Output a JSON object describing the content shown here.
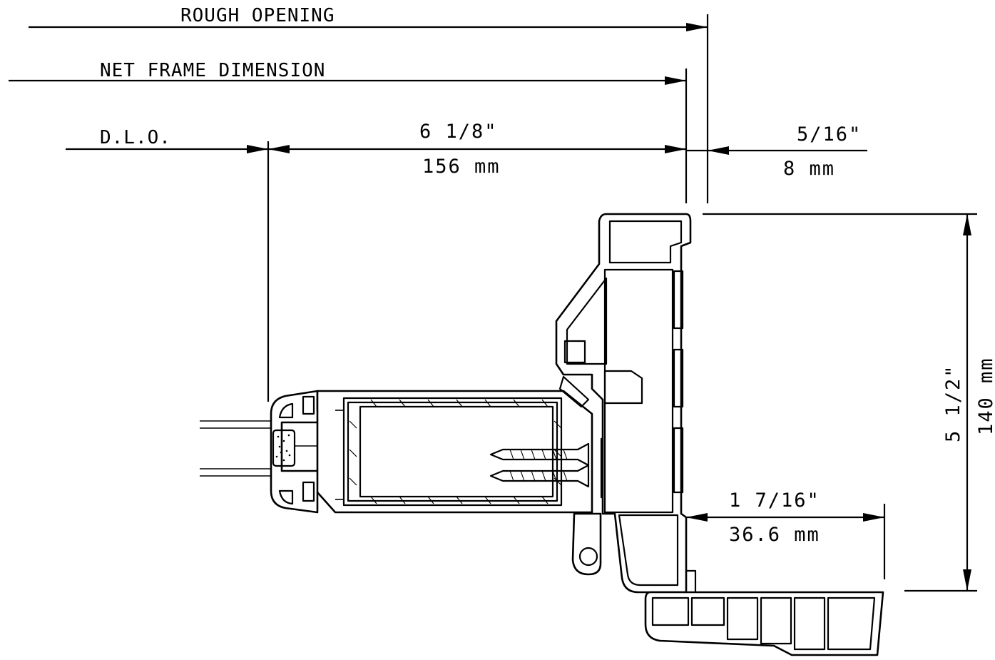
{
  "labels": {
    "rough_opening": "ROUGH OPENING",
    "net_frame_dimension": "NET FRAME DIMENSION",
    "dlo": "D.L.O."
  },
  "dimensions": {
    "dlo_to_frame_in": "6 1/8\"",
    "dlo_to_frame_mm": "156 mm",
    "frame_to_opening_in": "5/16\"",
    "frame_to_opening_mm": "8 mm",
    "frame_depth_in": "5 1/2\"",
    "frame_depth_mm": "140 mm",
    "sill_projection_in": "1 7/16\"",
    "sill_projection_mm": "36.6 mm"
  }
}
